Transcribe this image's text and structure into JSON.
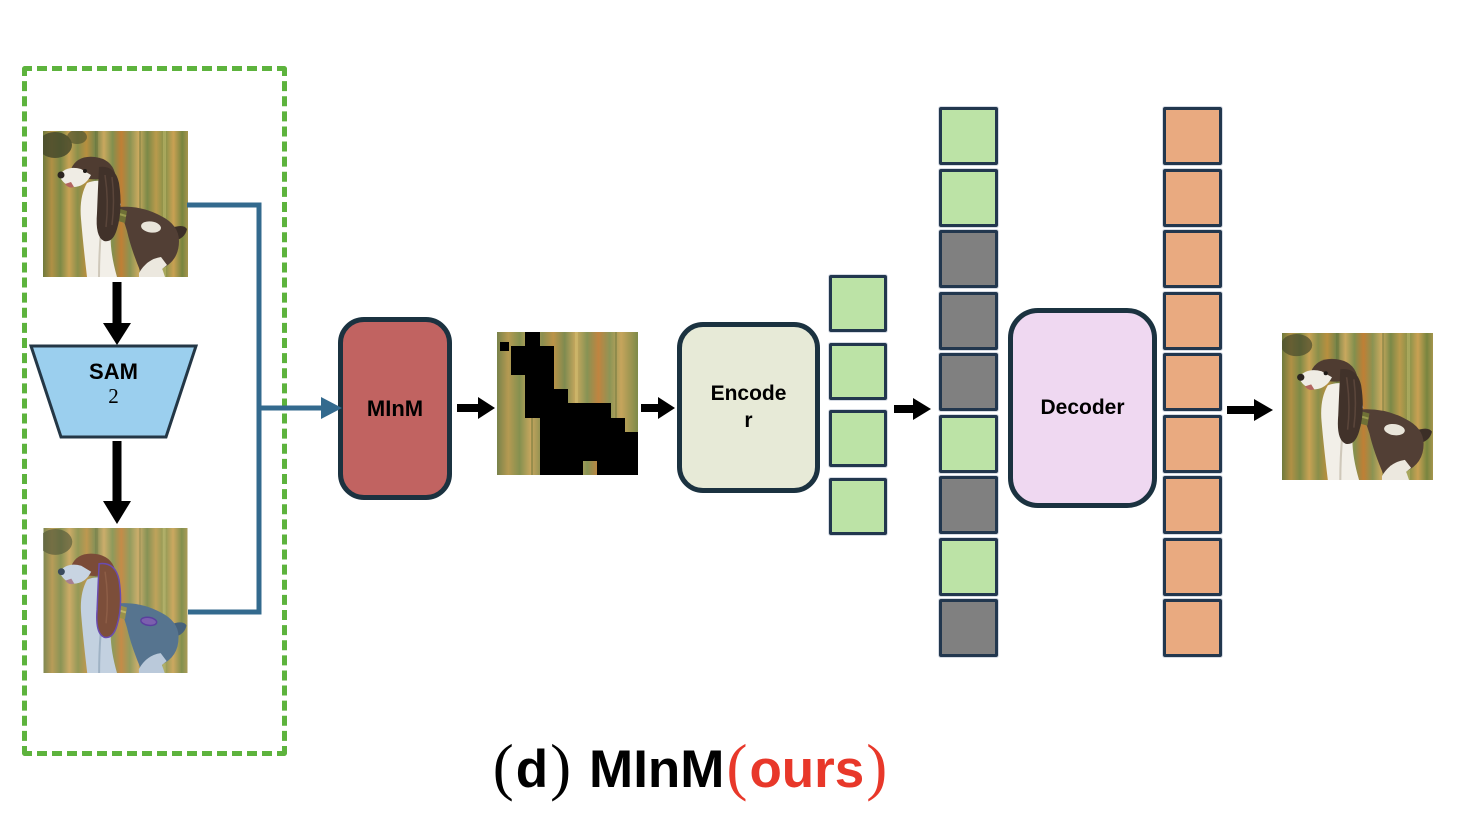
{
  "palette": {
    "dashed_border_green": "#5db33d",
    "connector_blue": "#336a8e",
    "arrow_black": "#000000",
    "sam_fill": "#9bcfee",
    "minm_fill": "#c16361",
    "encoder_fill": "#e7ead7",
    "decoder_fill": "#efd8f1",
    "block_border": "#1b3240",
    "token_border": "#22374e",
    "green": "#bce3a6",
    "gray": "#808080",
    "orange": "#e9aa80",
    "caption_red": "#e8382a"
  },
  "blocks": {
    "sam_label": "SAM",
    "sam_sub": "2",
    "minm_label": "MInM",
    "encoder_line1": "Encode",
    "encoder_line2": "r",
    "decoder_label": "Decoder"
  },
  "tokens": {
    "encoder_output": [
      "green",
      "green",
      "green",
      "green"
    ],
    "latent": [
      "green",
      "green",
      "gray",
      "gray",
      "gray",
      "green",
      "gray",
      "green",
      "gray"
    ],
    "decoder_output": [
      "orange",
      "orange",
      "orange",
      "orange",
      "orange",
      "orange",
      "orange",
      "orange",
      "orange"
    ]
  },
  "caption": {
    "index_open": "(",
    "index_letter": "d",
    "index_close": ")",
    "method_name": "MInM",
    "ours_open": "(",
    "ours_label": "ours",
    "ours_close": ")"
  }
}
